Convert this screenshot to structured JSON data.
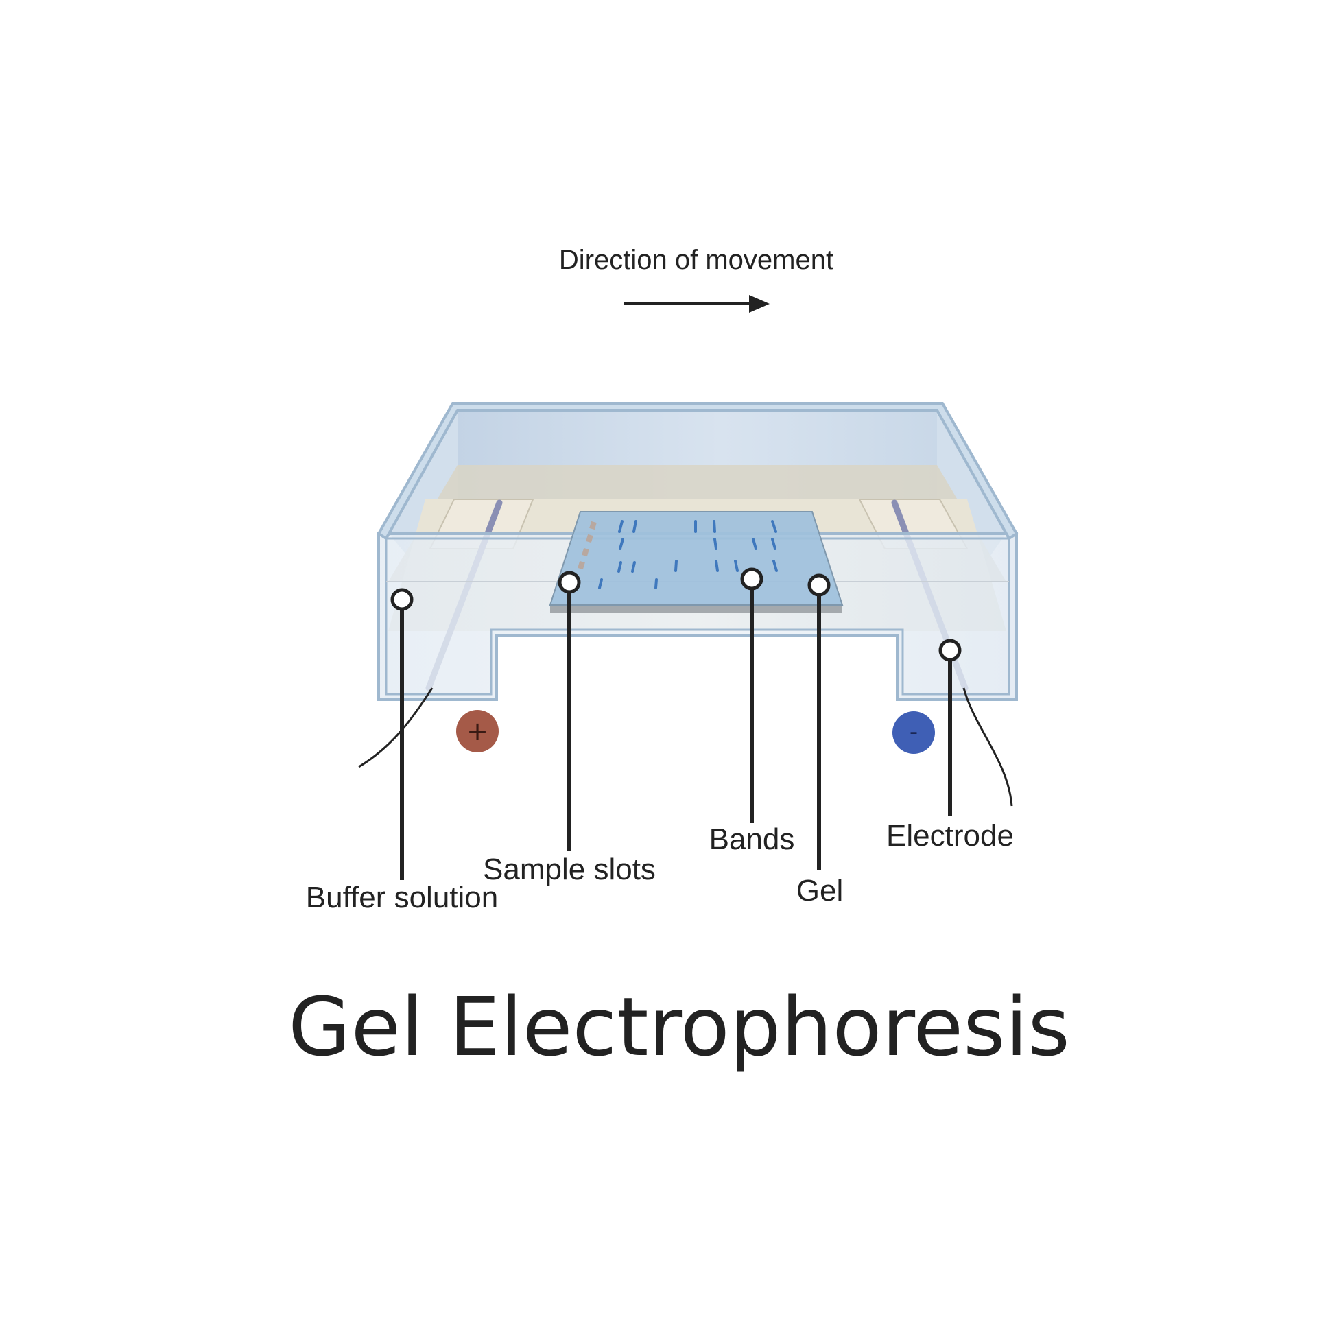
{
  "direction_label": "Direction of movement",
  "labels": {
    "buffer_solution": "Buffer solution",
    "sample_slots": "Sample slots",
    "bands": "Bands",
    "gel": "Gel",
    "electrode": "Electrode"
  },
  "terminals": {
    "positive": "+",
    "negative": "-"
  },
  "title": "Gel Electrophoresis",
  "colors": {
    "positive_terminal": "#a55a48",
    "negative_terminal": "#3f5fb5",
    "tank_outline": "#9fb8cf",
    "gel": "#9ec0dc",
    "bands": "#3f78bd",
    "text": "#222222"
  }
}
